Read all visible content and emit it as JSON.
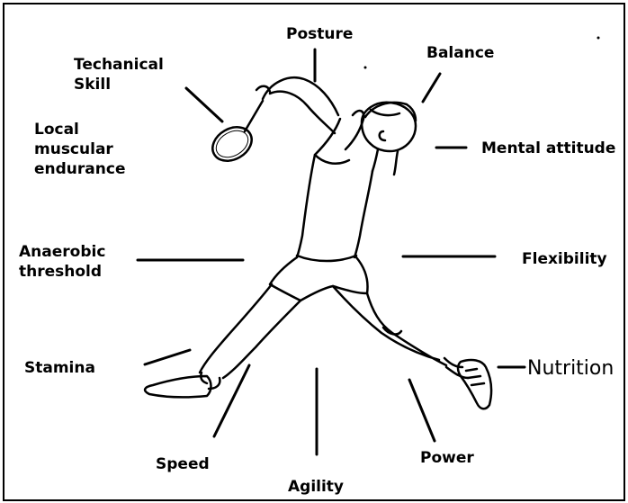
{
  "labels": {
    "technical_skill": "Techanical\nSkill",
    "posture": "Posture",
    "balance": "Balance",
    "local_muscular_endurance": "Local\nmuscular\nendurance",
    "mental_attitude": "Mental attitude",
    "anaerobic_threshold": "Anaerobic\nthreshold",
    "flexibility": "Flexibility",
    "stamina": "Stamina",
    "nutrition": "Nutrition",
    "speed": "Speed",
    "power": "Power",
    "agility": "Agility"
  },
  "colors": {
    "ink": "#000000",
    "background": "#ffffff"
  }
}
